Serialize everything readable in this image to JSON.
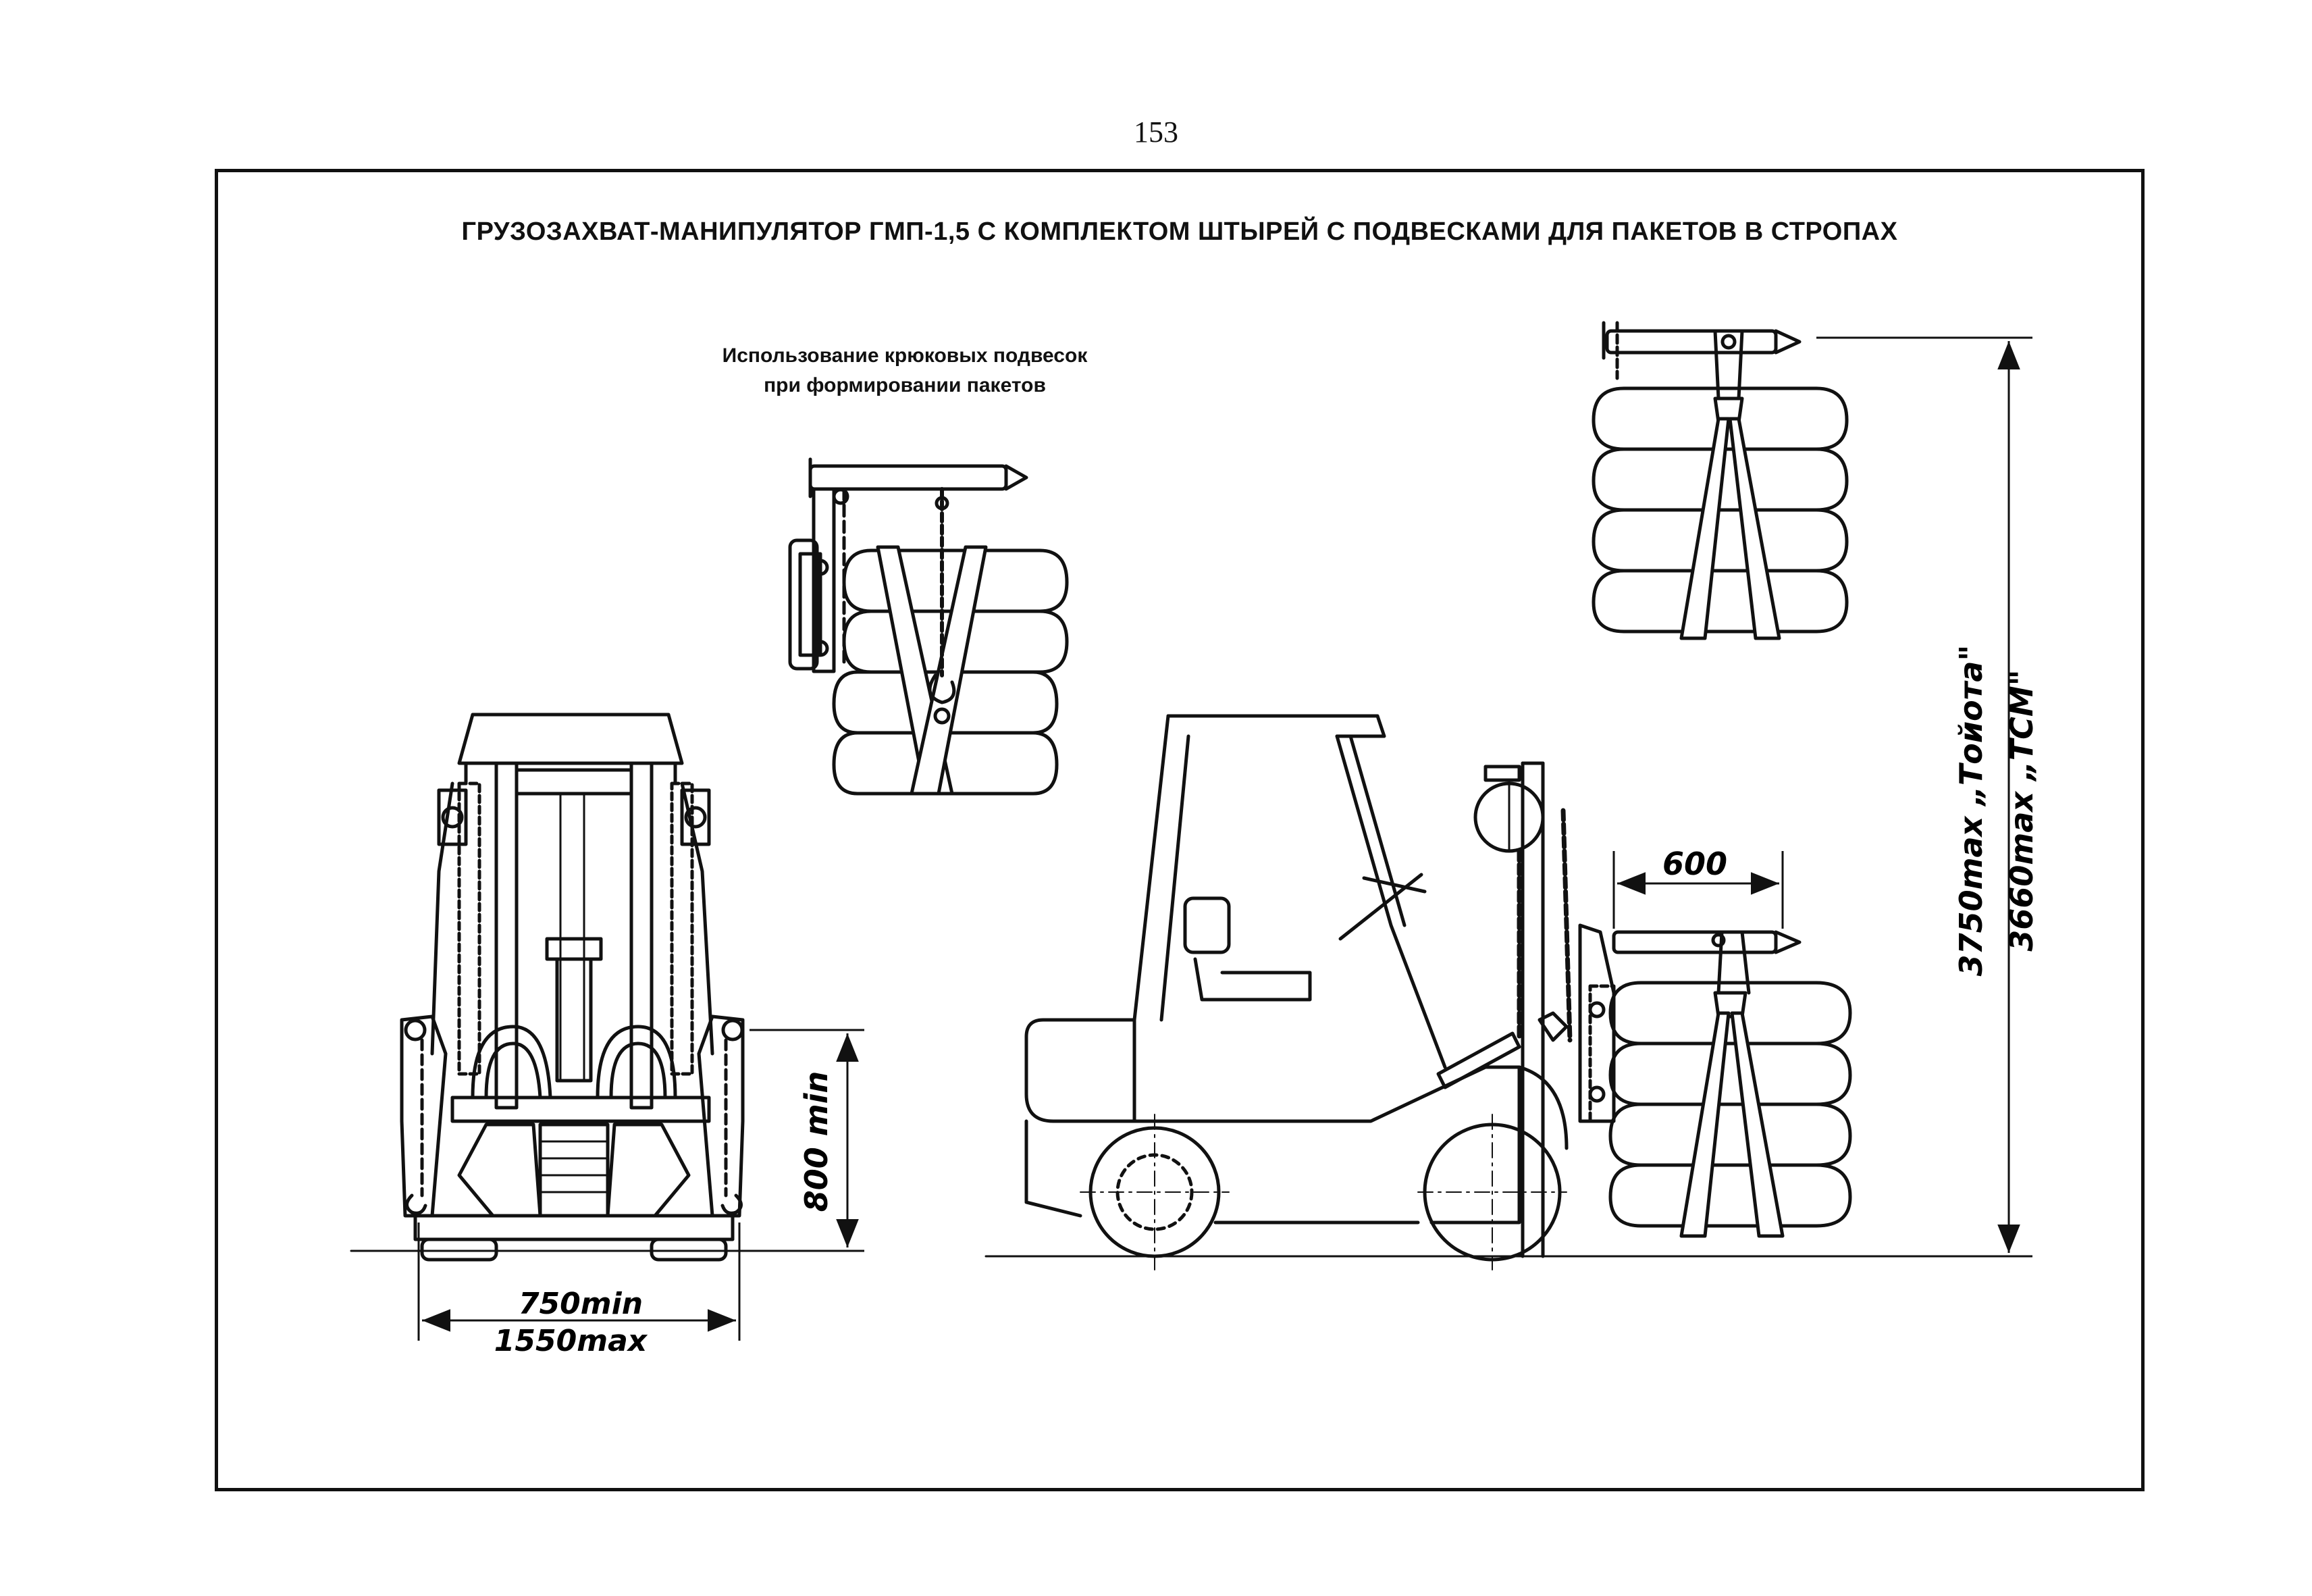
{
  "page": {
    "number": "153",
    "title": "ГРУЗОЗАХВАТ-МАНИПУЛЯТОР ГМП-1,5 С КОМПЛЕКТОМ ШТЫРЕЙ С ПОДВЕСКАМИ ДЛЯ ПАКЕТОВ В СТРОПАХ"
  },
  "detail_caption": {
    "line1": "Использование крюковых подвесок",
    "line2": "при формировании пакетов"
  },
  "dimensions": {
    "height_lift": "800 min",
    "width_min": "750min",
    "width_max": "1550max",
    "reach": "600",
    "height_toyota": "3750max „Тойота\"",
    "height_tcm": "3660max „ТСМ\""
  }
}
